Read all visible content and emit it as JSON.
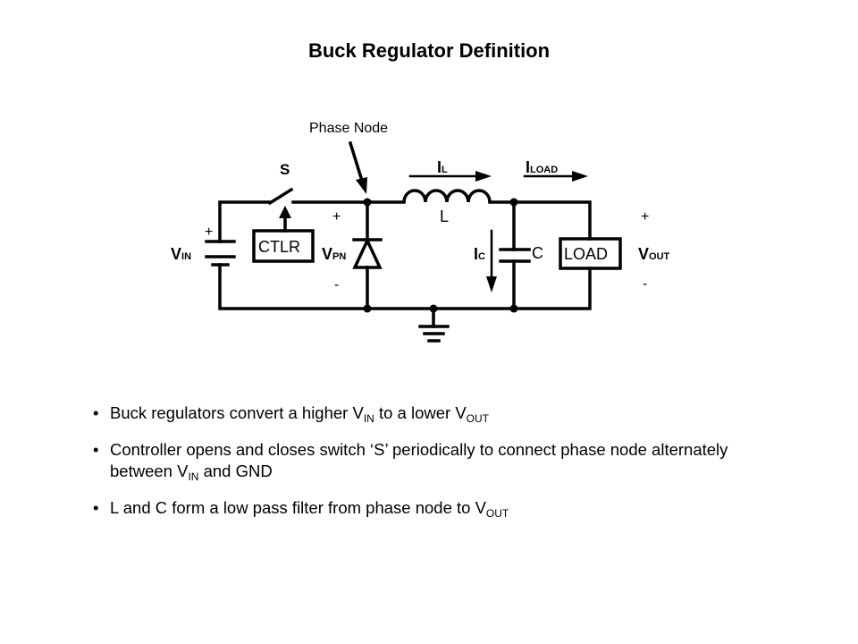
{
  "title": "Buck Regulator Definition",
  "diagram": {
    "phase_node_label": "Phase Node",
    "switch_label": "S",
    "controller_label": "CTLR",
    "vin": {
      "main": "V",
      "sub": "IN",
      "plus": "+"
    },
    "vpn": {
      "main": "V",
      "sub": "PN",
      "plus": "+",
      "minus": "-"
    },
    "il": {
      "main": "I",
      "sub": "L"
    },
    "iload": {
      "main": "I",
      "sub": "LOAD"
    },
    "inductor_label": "L",
    "ic": {
      "main": "I",
      "sub": "C"
    },
    "capacitor_label": "C",
    "load_label": "LOAD",
    "vout": {
      "main": "V",
      "sub": "OUT",
      "plus": "+",
      "minus": "-"
    }
  },
  "bullets": [
    {
      "a": "Buck regulators convert a higher V",
      "a_sub": "IN",
      "b": " to a lower V",
      "b_sub": "OUT"
    },
    {
      "a": "Controller opens and closes switch ‘S’ periodically to connect phase node alternately between V",
      "a_sub": "IN",
      "b": " and GND"
    },
    {
      "a": "L and C form a low pass filter from phase node to V",
      "a_sub": "OUT"
    }
  ]
}
